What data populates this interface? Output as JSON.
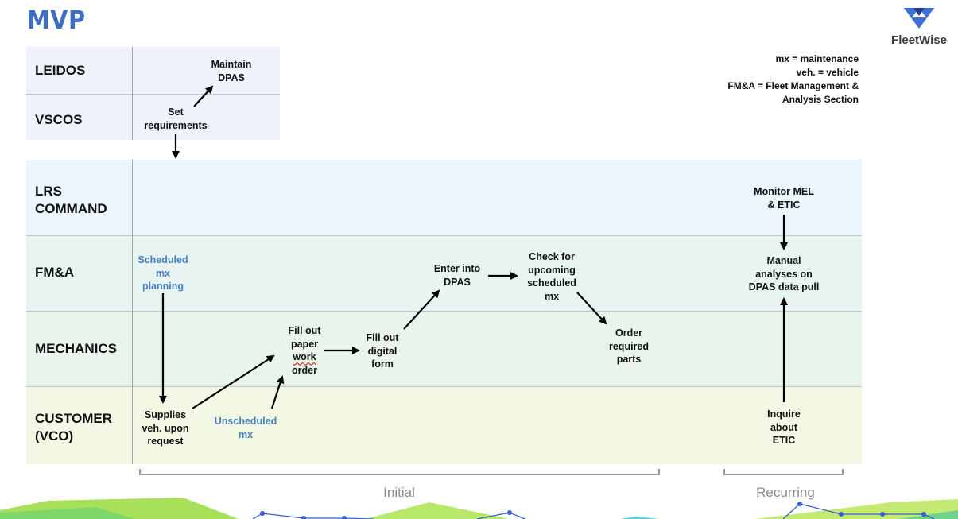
{
  "title": "MVP",
  "logo": {
    "text": "FleetWise",
    "icon": "fleetwise-logo-icon",
    "color": "#3d6fd6"
  },
  "legend": [
    "mx = maintenance",
    "veh. = vehicle",
    "FM&A = Fleet Management &",
    "Analysis Section"
  ],
  "lanes": {
    "leidos": "LEIDOS",
    "vscos": "VSCOS",
    "lrs_command": "LRS\nCOMMAND",
    "fma": "FM&A",
    "mechanics": "MECHANICS",
    "customer": "CUSTOMER\n(VCO)"
  },
  "nodes": {
    "maintain_dpas": "Maintain\nDPAS",
    "set_requirements": "Set\nrequirements",
    "scheduled_mx_planning": "Scheduled\nmx\nplanning",
    "supplies_veh": "Supplies\nveh. upon\nrequest",
    "unscheduled_mx": "Unscheduled\nmx",
    "fill_out_paper_1": "Fill out",
    "fill_out_paper_2": "paper",
    "fill_out_paper_3": "work",
    "fill_out_paper_4": "order",
    "fill_out_digital": "Fill out\ndigital\nform",
    "enter_into_dpas": "Enter into\nDPAS",
    "check_upcoming": "Check for\nupcoming\nscheduled\nmx",
    "order_parts": "Order\nrequired\nparts",
    "monitor_mel": "Monitor MEL\n& ETIC",
    "manual_analyses": "Manual\nanalyses on\nDPAS data pull",
    "inquire_etic": "Inquire\nabout\nETIC"
  },
  "phases": {
    "initial": "Initial",
    "recurring": "Recurring"
  },
  "colors": {
    "title": "#3c6fc4",
    "top_lanes_bg": "#eef3fb",
    "lrs_bg": "#eaf6fb",
    "fma_bg": "#e7f4f2",
    "mechanics_bg": "#e9f4ec",
    "customer_bg": "#f3f8e4",
    "blue_text": "#4a7fbf"
  }
}
